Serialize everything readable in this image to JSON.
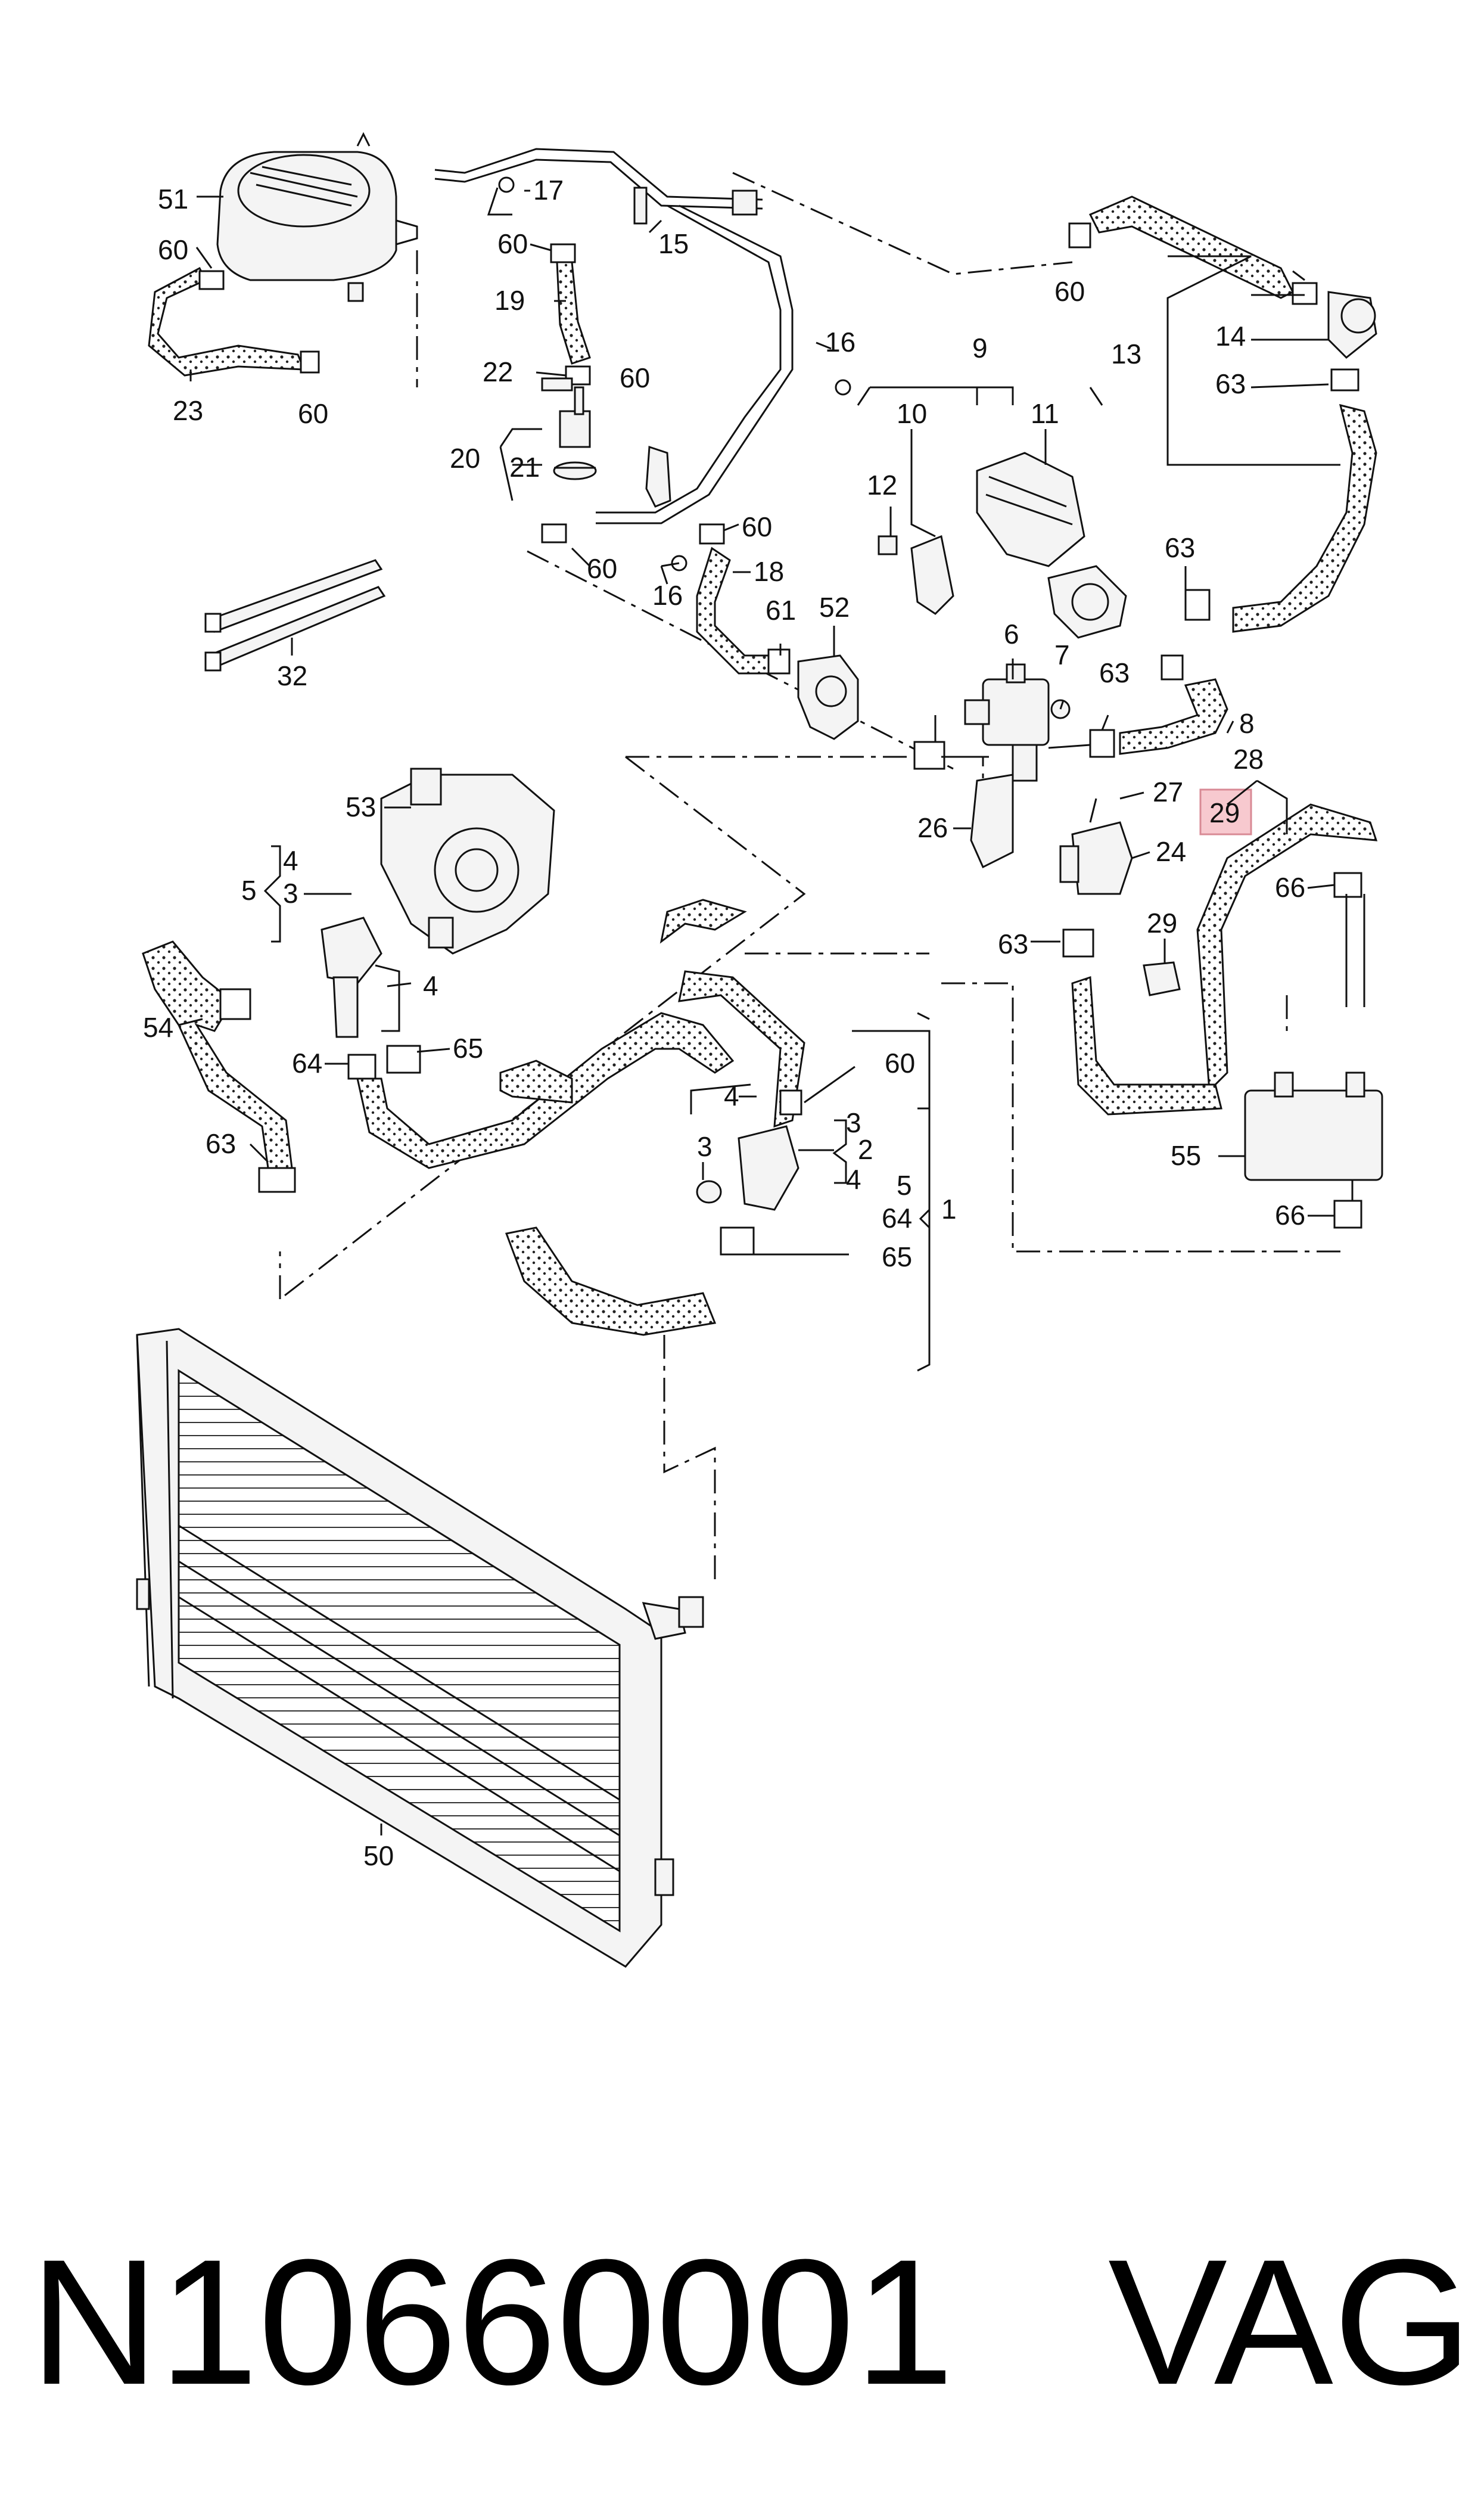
{
  "diagram": {
    "part_number": "N10660001",
    "brand": "VAG",
    "highlighted_callout": "29",
    "callouts": [
      "51",
      "60",
      "23",
      "60",
      "17",
      "60",
      "15",
      "19",
      "22",
      "60",
      "16",
      "20",
      "21",
      "60",
      "60",
      "18",
      "16",
      "32",
      "9",
      "10",
      "11",
      "12",
      "61",
      "52",
      "60",
      "14",
      "13",
      "63",
      "63",
      "6",
      "7",
      "63",
      "8",
      "28",
      "29",
      "27",
      "26",
      "24",
      "66",
      "53",
      "4",
      "5",
      "3",
      "4",
      "54",
      "64",
      "65",
      "63",
      "4",
      "60",
      "3",
      "2",
      "3",
      "4",
      "5",
      "64",
      "1",
      "65",
      "29",
      "63",
      "55",
      "66",
      "50"
    ]
  }
}
